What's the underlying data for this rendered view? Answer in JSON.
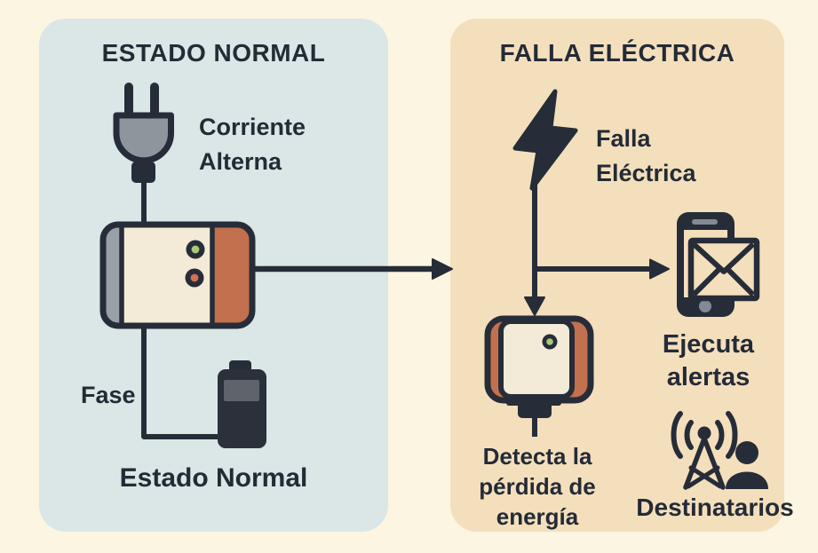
{
  "palette": {
    "page_background": "#fbf5e2",
    "left_panel_background": "#dbe6e7",
    "right_panel_background": "#f4dfbd",
    "outline_dark": "#262d38",
    "accent_orange": "#c2704d",
    "device_cream": "#f3ead7",
    "plug_gray": "#8e959d",
    "indicator_green": "#a9c87c",
    "indicator_orange": "#cf7350"
  },
  "left_panel": {
    "title": "ESTADO NORMAL",
    "ac_label": "Corriente\nAlterna",
    "phase_label": "Fase",
    "bottom_caption": "Estado Normal"
  },
  "right_panel": {
    "title": "FALLA ELÉCTRICA",
    "fault_label": "Falla\nEléctrica",
    "detect_caption": "Detecta la\npérdida de\nenergía",
    "alerts_caption": "Ejecuta\nalertas",
    "recipients_caption": "Destinatarios"
  },
  "icons": {
    "left_panel": [
      "power-plug",
      "relay-device",
      "battery"
    ],
    "right_panel": [
      "lightning-bolt",
      "detector-device",
      "phone-email",
      "radio-antenna",
      "person"
    ]
  }
}
